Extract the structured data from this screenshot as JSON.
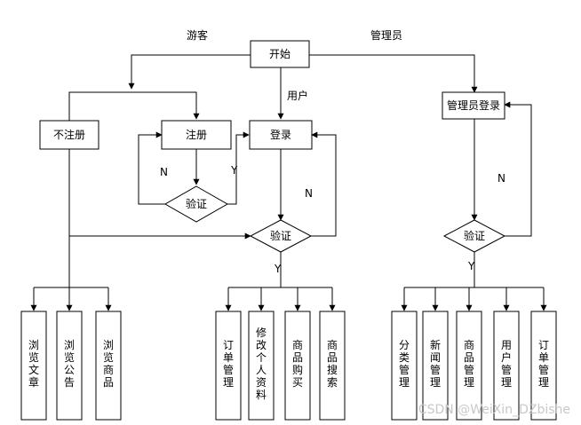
{
  "labels": {
    "guest": "游客",
    "admin": "管理员",
    "user": "用户"
  },
  "nodes": {
    "start": "开始",
    "no_register": "不注册",
    "register": "注册",
    "login": "登录",
    "admin_login": "管理员登录",
    "verify_register": "验证",
    "verify_login": "验证",
    "verify_admin": "验证"
  },
  "edge_labels": {
    "n_register": "N",
    "y_register": "Y",
    "n_login": "N",
    "y_login": "Y",
    "n_admin": "N",
    "y_admin": "Y"
  },
  "leaves": {
    "guest": [
      "浏览文章",
      "浏览公告",
      "浏览商品"
    ],
    "user": [
      "订单管理",
      "修改个人资料",
      "商品购买",
      "商品搜索"
    ],
    "admin": [
      "分类管理",
      "新闻管理",
      "商品管理",
      "用户管理",
      "订单管理"
    ]
  },
  "watermark": "CSDN @WeiXin_DZbishe"
}
